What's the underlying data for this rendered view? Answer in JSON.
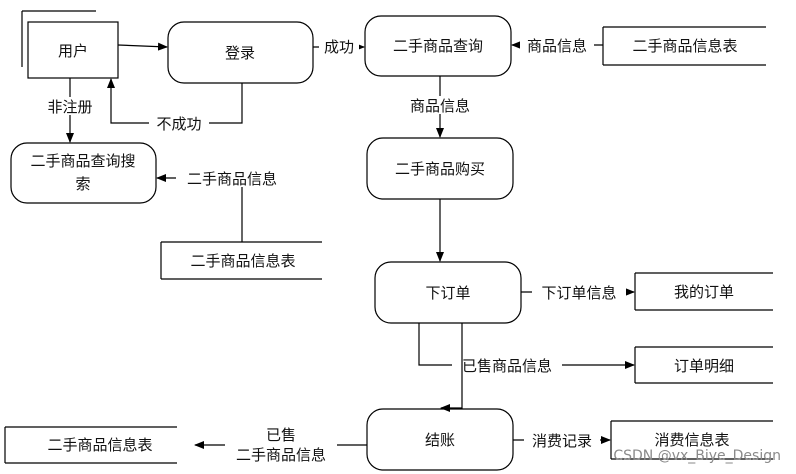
{
  "entities": {
    "user": "用户"
  },
  "processes": {
    "login": "登录",
    "query": "二手商品查询",
    "query_search_line1": "二手商品查询搜",
    "query_search_line2": "索",
    "purchase": "二手商品购买",
    "order": "下订单",
    "checkout": "结账"
  },
  "data_stores": {
    "goods_table_top": "二手商品信息表",
    "goods_table_mid": "二手商品信息表",
    "goods_table_bottom": "二手商品信息表",
    "my_orders": "我的订单",
    "order_detail": "订单明细",
    "consumption": "消费信息表"
  },
  "flows": {
    "success": "成功",
    "fail": "不成功",
    "unregistered": "非注册",
    "goods_info_in": "商品信息",
    "goods_info_down": "商品信息",
    "used_goods_info": "二手商品信息",
    "order_info": "下订单信息",
    "sold_goods_info": "已售商品信息",
    "sold_line1": "已售",
    "sold_line2": "二手商品信息",
    "consume_record": "消费记录"
  },
  "watermark": "CSDN @vx_Biye_Design"
}
